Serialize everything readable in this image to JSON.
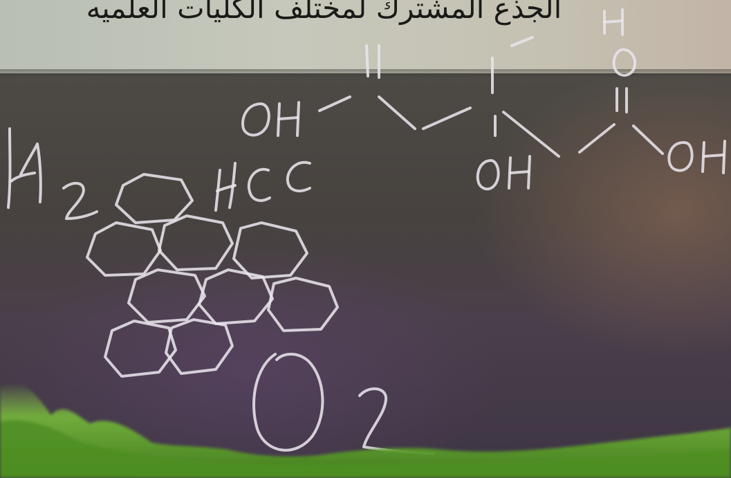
{
  "header": {
    "title": "الجذع المشترك لمختلف الكليات العلميه"
  },
  "chalk_labels": {
    "oh_left": "OH",
    "oh_middle": "OH",
    "oh_right": "OH",
    "hcc": "HCC",
    "h2": "H2",
    "o2": "O2",
    "h_top": "H",
    "o_top": "O"
  },
  "colors": {
    "chalk": "#e8e4ea",
    "board": "#47423f",
    "band": "#c4c6b9",
    "grass": "#5c9a2a"
  }
}
